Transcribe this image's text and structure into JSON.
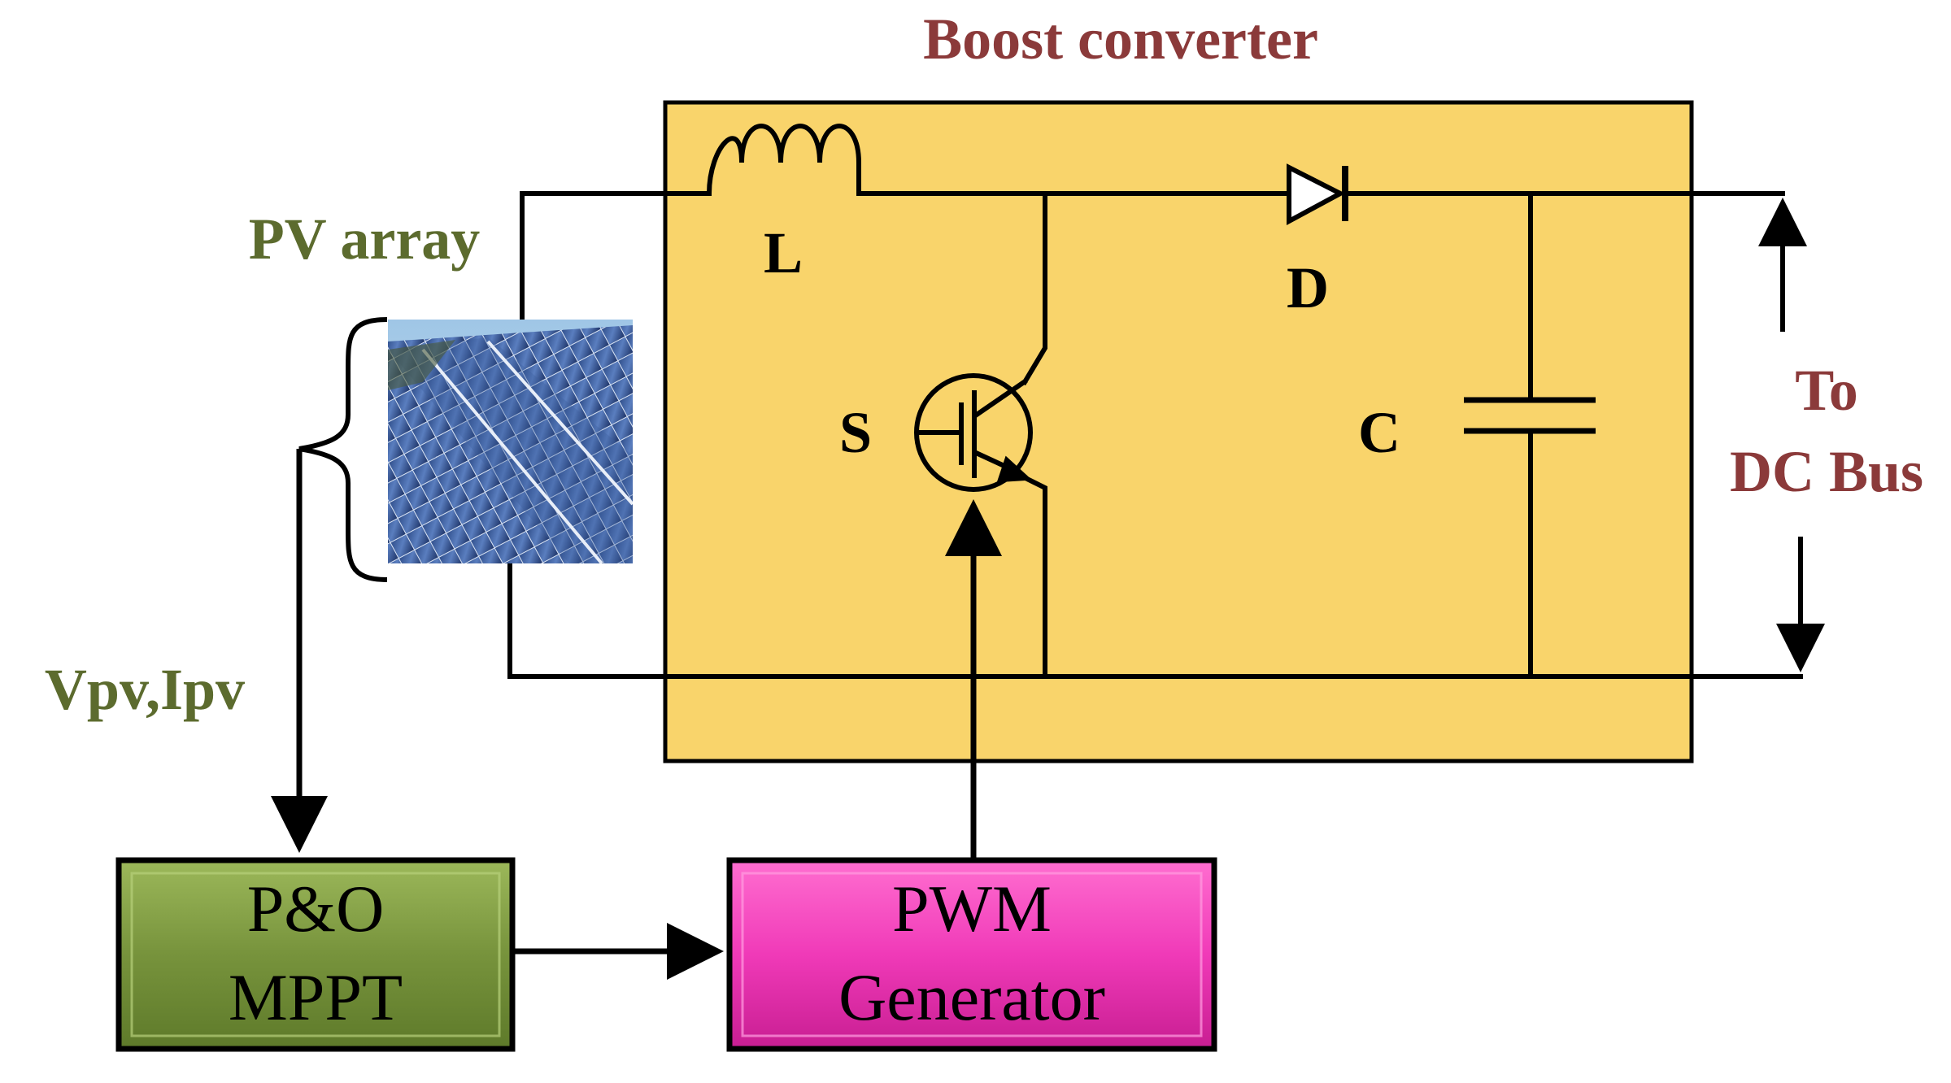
{
  "title": "Boost converter",
  "labels": {
    "pv_array": "PV array",
    "inductor": "L",
    "diode": "D",
    "switch": "S",
    "capacitor": "C",
    "output_line1": "To",
    "output_line2": "DC Bus",
    "sense": "Vpv,Ipv"
  },
  "blocks": {
    "mppt_line1": "P&O",
    "mppt_line2": "MPPT",
    "pwm_line1": "PWM",
    "pwm_line2": "Generator"
  },
  "colors": {
    "title": "#8B3A3A",
    "pv_label": "#5C6B2E",
    "output_label": "#8B3A3A",
    "converter_fill": "#F9D46B",
    "mppt_fill": "#77933C",
    "pwm_fill": "#F03AB8",
    "wire": "#000000"
  }
}
